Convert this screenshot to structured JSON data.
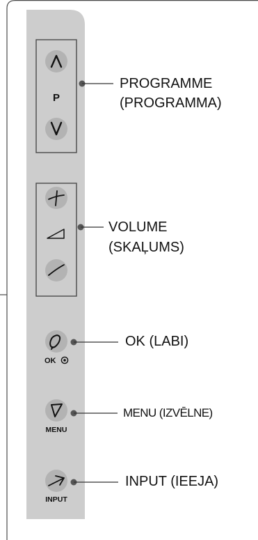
{
  "buttons": {
    "programme": {
      "letter": "P"
    },
    "ok": {
      "label": "OK"
    },
    "menu": {
      "label": "MENU"
    },
    "input": {
      "label": "INPUT"
    }
  },
  "callouts": {
    "programme_line1": "PROGRAMME",
    "programme_line2": "(PROGRAMMA)",
    "volume_line1": "VOLUME",
    "volume_line2": "(SKAĻUMS)",
    "ok": "OK (LABI)",
    "menu": "MENU (IZVĒLNE)",
    "input": "INPUT (IEEJA)"
  },
  "colors": {
    "panel": "#cdcdcd",
    "button": "#b3b3b3",
    "frame": "#4a4a4a",
    "ink": "#111111"
  },
  "icons": [
    "chevron-up-icon",
    "chevron-down-icon",
    "plus-icon",
    "volume-triangle-icon",
    "minus-icon",
    "ok-icon",
    "menu-icon",
    "input-arrow-icon",
    "circle-dot-icon"
  ]
}
